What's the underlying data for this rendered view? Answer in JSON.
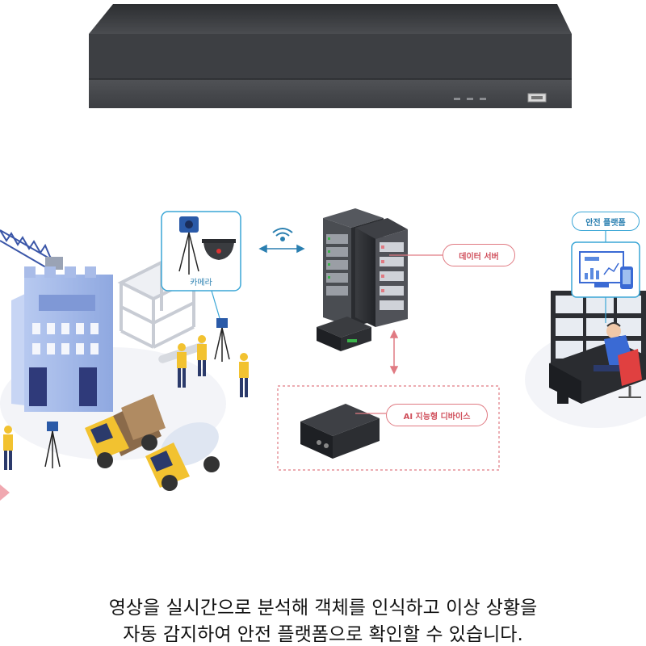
{
  "labels": {
    "camera": "카메라",
    "data_server": "데이터 서버",
    "ai_device": "AI 지능형 디바이스",
    "safety_platform": "안전 플랫폼"
  },
  "caption": {
    "line1": "영상을 실시간으로 분석해 객체를 인식하고 이상 상황을",
    "line2": "자동 감지하여 안전 플랫폼으로 확인할 수 있습니다."
  },
  "colors": {
    "accent_blue": "#3aa6d6",
    "accent_red": "#e07a82",
    "nvr_body": "#3a3c40",
    "safety_yellow": "#f2c230"
  },
  "icons": [
    "wifi-icon",
    "usb-port-icon",
    "led-indicator-icon",
    "chart-monitor-icon",
    "phone-icon"
  ]
}
